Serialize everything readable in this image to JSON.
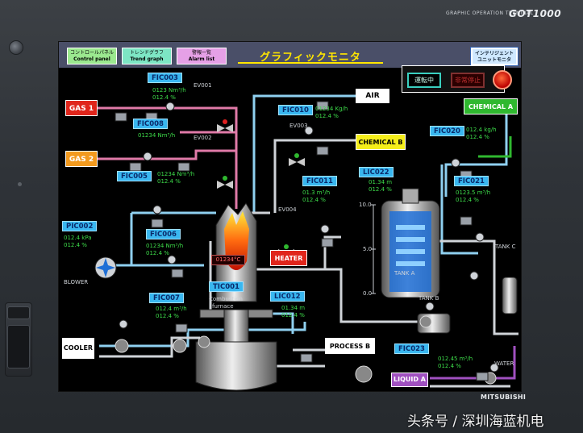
{
  "bezel": {
    "brand_small": "GRAPHIC OPERATION TERMINAL",
    "brand_logo": "GOT1000",
    "manufacturer": "MITSUBISHI",
    "watermark": "头条号 / 深圳海蓝机电"
  },
  "nav": {
    "control_panel": {
      "jp": "コントロールパネル",
      "en": "Control panel"
    },
    "trend_graph": {
      "jp": "トレンドグラフ",
      "en": "Trend graph"
    },
    "alarm_list": {
      "jp": "警報一覧",
      "en": "Alarm list"
    },
    "intelligent_unit": {
      "jp": "インテリジェント",
      "jp2": "ユニットモニタ"
    }
  },
  "screen_title": "グラフィックモニタ",
  "status": {
    "run": "運転中",
    "stop": "非常停止"
  },
  "tags": {
    "fic003": "FIC003",
    "fic008": "FIC008",
    "fic005": "FIC005",
    "pic002": "PIC002",
    "fic006": "FIC006",
    "fic007": "FIC007",
    "fic010": "FIC010",
    "fic011": "FIC011",
    "lic012": "LIC012",
    "tic001": "TIC001",
    "lic022": "LIC022",
    "fic020": "FIC020",
    "fic021": "FIC021",
    "fic023": "FIC023"
  },
  "values": {
    "fic003": [
      "0123 Nm³/h",
      "012.4 %"
    ],
    "fic008": [
      "01234 Nm³/h"
    ],
    "fic005": [
      "01234 Nm³/h",
      "012.4 %"
    ],
    "pic002": [
      "012.4 kPa",
      "012.4 %"
    ],
    "fic006": [
      "01234 Nm³/h",
      "012.4 %"
    ],
    "fic007": [
      "012.4 m³/h",
      "012.4 %"
    ],
    "fic010": [
      "01234 Kg/h",
      "012.4 %"
    ],
    "fic011": [
      "01.3 m³/h",
      "012.4 %"
    ],
    "lic012": [
      "01.34 m",
      "012.4 %"
    ],
    "lic022": [
      "01.34 m",
      "012.4 %"
    ],
    "fic020": [
      "012.4 kg/h",
      "012.4 %"
    ],
    "fic021": [
      "0123.5 m³/h",
      "012.4 %"
    ],
    "fic023": [
      "012.45 m³/h",
      "012.4 %"
    ],
    "furnace_temp": "01234°C"
  },
  "labels": {
    "ev001": "EV001",
    "ev002": "EV002",
    "ev003": "EV003",
    "ev004": "EV004",
    "blower": "BLOWER",
    "combustion": "Combustion",
    "furnace": "furnace",
    "tank_a": "TANK A",
    "tank_b": "TANK B",
    "tank_c": "TANK C",
    "water": "WATER",
    "scale_10": "10.0",
    "scale_5": "5.0",
    "scale_0": "0.0"
  },
  "streams": {
    "gas1": "GAS 1",
    "gas2": "GAS 2",
    "air": "AIR",
    "chemical_b": "CHEMICAL B",
    "chemical_a": "CHEMICAL A",
    "heater": "HEATER",
    "cooler": "COOLER",
    "process_b": "PROCESS B",
    "liquid_a": "LIQUID A"
  },
  "colors": {
    "gas1": "#e0251b",
    "gas2": "#f39a1e",
    "chemical_a": "#2fb82f",
    "chemical_b": "#f5ee1a",
    "heater": "#e0251b",
    "liquid_a": "#a050c0",
    "tag": "#39b7f0",
    "value": "#3ddc4a"
  }
}
